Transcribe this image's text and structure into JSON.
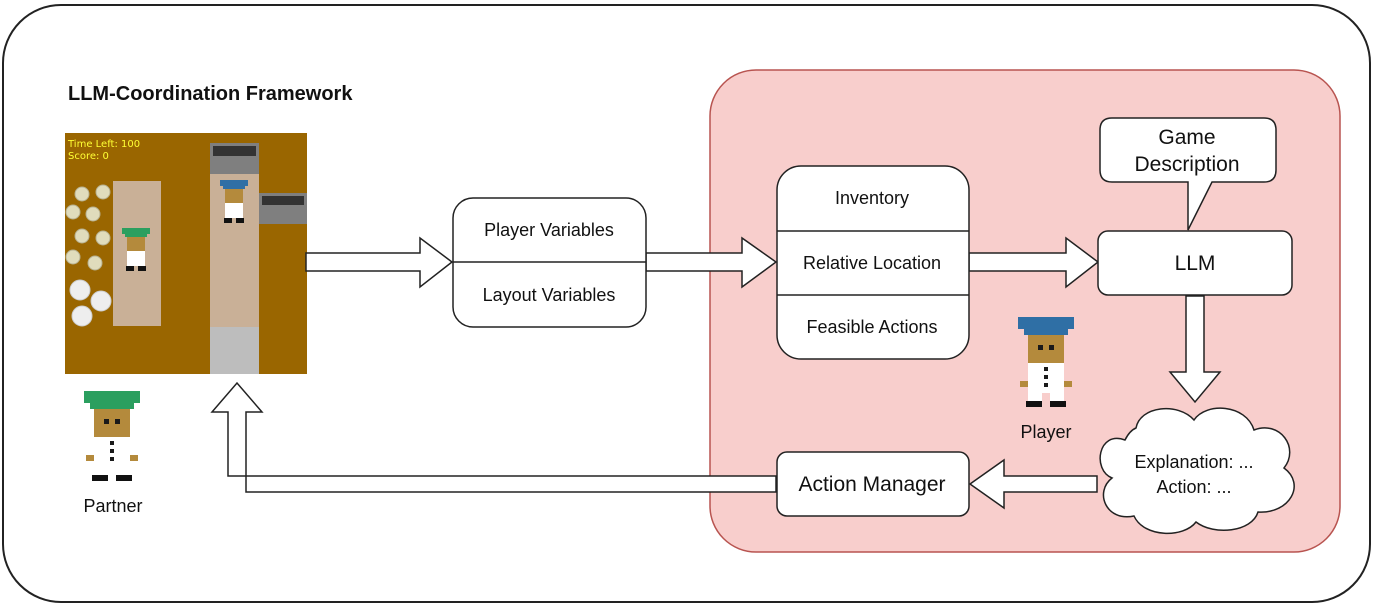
{
  "framework_title": "LLM-Coordination Framework",
  "game": {
    "time_left_label": "Time Left: 100",
    "score_label": "Score: 0"
  },
  "partner_label": "Partner",
  "player_label": "Player",
  "variables_box": {
    "top": "Player Variables",
    "bottom": "Layout Variables"
  },
  "state_box": {
    "inventory": "Inventory",
    "relative_location": "Relative Location",
    "feasible_actions": "Feasible Actions"
  },
  "game_description": {
    "line1": "Game",
    "line2": "Description"
  },
  "llm_label": "LLM",
  "output_cloud": {
    "explanation": "Explanation: ...",
    "action": "Action: ..."
  },
  "action_manager_label": "Action Manager",
  "colors": {
    "agent_panel_fill": "#f8cecc",
    "agent_panel_stroke": "#b85450",
    "floor": "#9a6600",
    "counter": "#c9b097",
    "partner_hat": "#2b9f5f",
    "player_hat": "#2f6fa5",
    "skin": "#b48a3c"
  }
}
